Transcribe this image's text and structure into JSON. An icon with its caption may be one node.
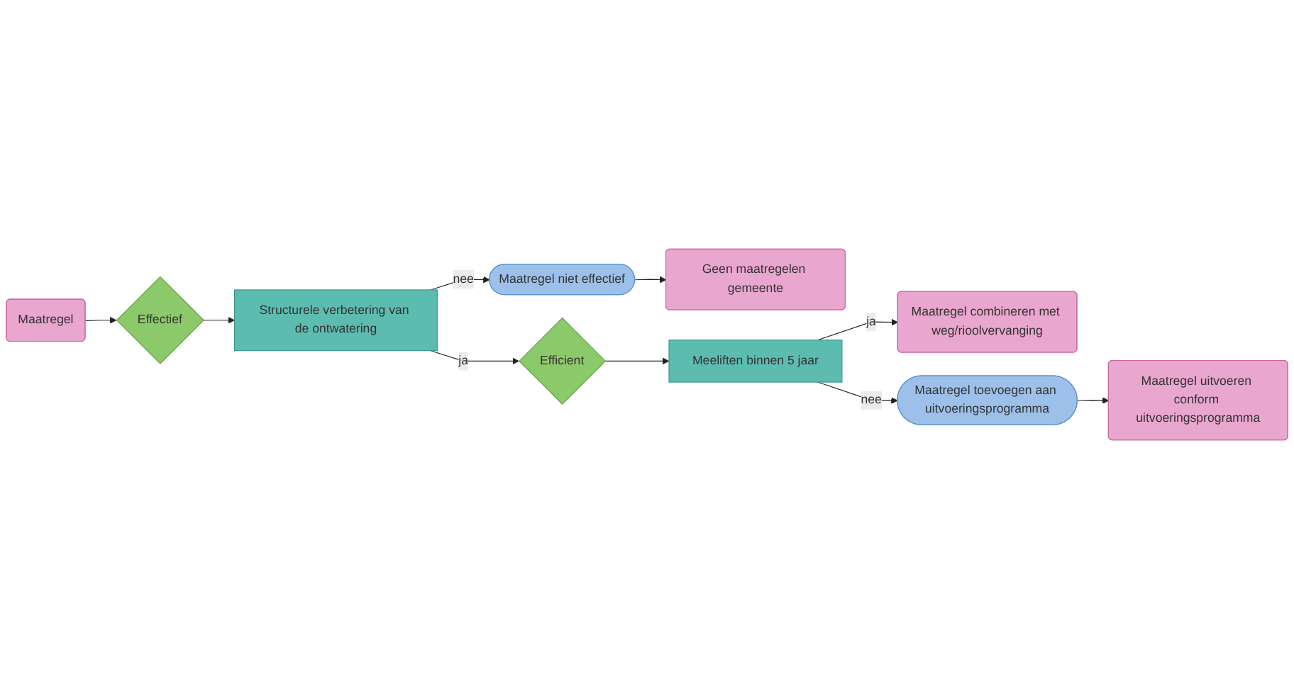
{
  "diagram": {
    "nodes": [
      {
        "text": [
          "Maatregel"
        ]
      },
      {
        "text": [
          "Effectief"
        ]
      },
      {
        "text": [
          "Structurele verbetering van de ontwatering"
        ]
      },
      {
        "text": [
          "Maatregel niet effectief"
        ]
      },
      {
        "text": [
          "Geen maatregelen gemeente"
        ]
      },
      {
        "text": [
          "Efficient"
        ]
      },
      {
        "text": [
          "Meeliften binnen 5 jaar"
        ]
      },
      {
        "text": [
          "Maatregel combineren met weg/rioolvervanging"
        ]
      },
      {
        "text": [
          "Maatregel toevoegen aan uitvoeringsprogramma"
        ]
      },
      {
        "text": [
          "Maatregel uitvoeren conform uitvoeringsprogramma"
        ]
      }
    ],
    "edges": [
      {
        "from": 0,
        "to": 1,
        "arrow": "to"
      },
      {
        "from": 1,
        "to": 2,
        "arrow": "to"
      },
      {
        "from": 2,
        "to": 3,
        "label": "nee",
        "arrow": "to"
      },
      {
        "from": 3,
        "to": 4,
        "arrow": "to"
      },
      {
        "from": 2,
        "to": 5,
        "label": "ja",
        "arrow": "to"
      },
      {
        "from": 5,
        "to": 6,
        "arrow": "to"
      },
      {
        "from": 6,
        "to": 7,
        "label": "ja",
        "arrow": "to"
      },
      {
        "from": 6,
        "to": 8,
        "label": "nee",
        "arrow": "to"
      },
      {
        "from": 8,
        "to": 9,
        "arrow": "to"
      }
    ]
  }
}
